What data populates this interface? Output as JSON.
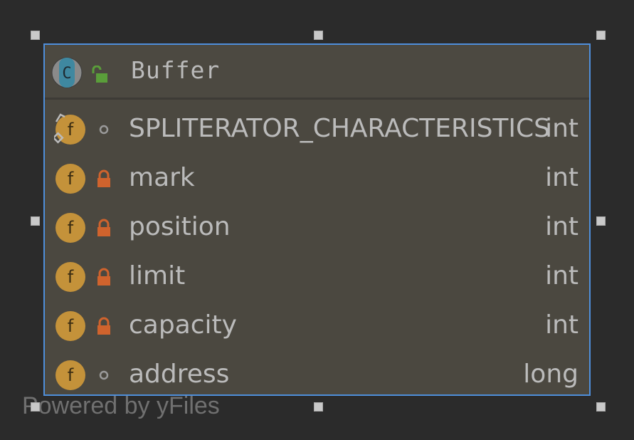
{
  "class": {
    "name": "Buffer",
    "kind_letter": "C",
    "visibility": "public",
    "colors": {
      "class_badge": "#3f88a0",
      "field_badge": "#c4923a",
      "private_lock": "#d0632d",
      "public_lock": "#5a9e3a",
      "selection_border": "#4f8fdb"
    }
  },
  "fields": [
    {
      "letter": "f",
      "name": "SPLITERATOR_CHARACTERISTICS",
      "type": "int",
      "visibility": "package",
      "static": true
    },
    {
      "letter": "f",
      "name": "mark",
      "type": "int",
      "visibility": "private",
      "static": false
    },
    {
      "letter": "f",
      "name": "position",
      "type": "int",
      "visibility": "private",
      "static": false
    },
    {
      "letter": "f",
      "name": "limit",
      "type": "int",
      "visibility": "private",
      "static": false
    },
    {
      "letter": "f",
      "name": "capacity",
      "type": "int",
      "visibility": "private",
      "static": false
    },
    {
      "letter": "f",
      "name": "address",
      "type": "long",
      "visibility": "package",
      "static": false
    }
  ],
  "watermark": "Powered by yFiles"
}
